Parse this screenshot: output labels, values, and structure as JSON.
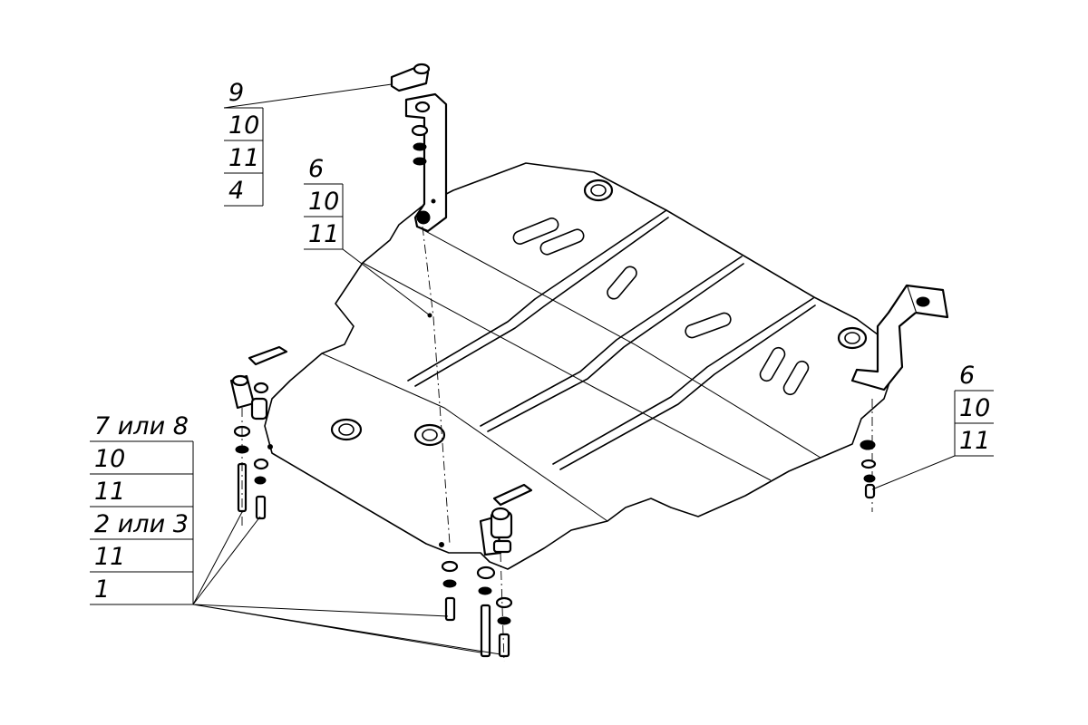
{
  "callouts": {
    "top_left": [
      "9",
      "10",
      "11",
      "4"
    ],
    "center": [
      "6",
      "10",
      "11"
    ],
    "right": [
      "6",
      "10",
      "11"
    ],
    "bottom_left": [
      "7 или 8",
      "10",
      "11",
      "2 или 3",
      "11",
      "1"
    ]
  }
}
